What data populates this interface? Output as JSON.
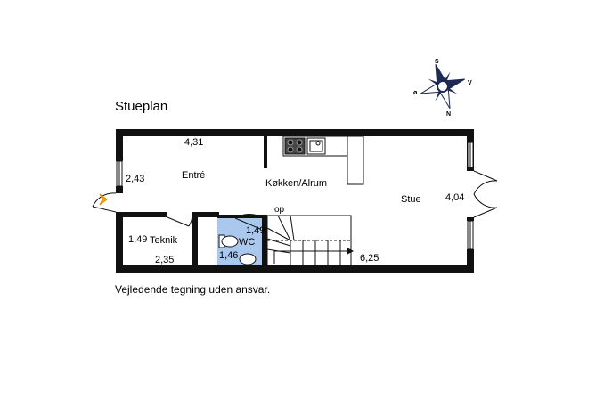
{
  "title": "Stueplan",
  "disclaimer": "Vejledende tegning uden ansvar.",
  "compass": {
    "north": "N",
    "south": "S",
    "east": "V",
    "west": "ø"
  },
  "rooms": {
    "entre": "Entré",
    "kokken": "Køkken/Alrum",
    "stue": "Stue",
    "teknik": "Teknik",
    "wc": "WC"
  },
  "stair_label": "op",
  "dimensions": {
    "entre_width": "4,31",
    "entre_depth": "2,43",
    "stue_depth": "4,04",
    "teknik_depth": "1,49",
    "teknik_width": "2,35",
    "wc_width": "1,49",
    "wc_depth": "1,46",
    "stue_width": "6,25"
  },
  "colors": {
    "wall": "#111111",
    "wc_floor": "#aac8ee",
    "entrance_arrow": "#f5a623",
    "compass": "#1d2a55"
  }
}
